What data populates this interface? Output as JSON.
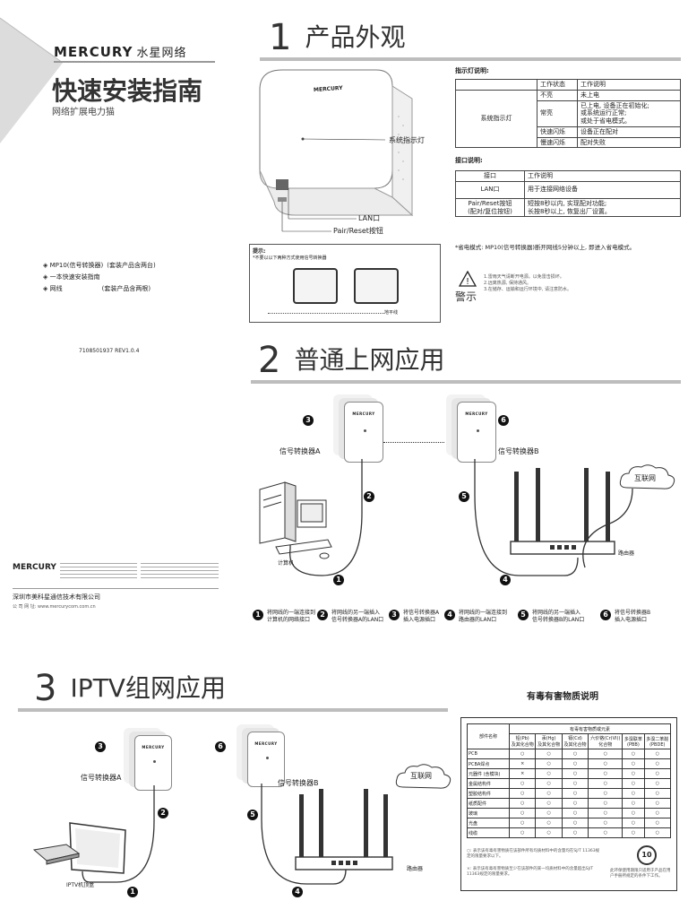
{
  "cover": {
    "brand": "MERCURY",
    "brand_cn": "水星网络",
    "title": "快速安装指南",
    "subtitle": "网络扩展电力猫",
    "contents": [
      {
        "item": "◈ MP10(信号转换器)",
        "note": "(套装产品含两台)"
      },
      {
        "item": "◈ 一本快速安装指南",
        "note": ""
      },
      {
        "item": "◈ 网线",
        "note": "(套装产品含两根)"
      }
    ],
    "doc_code": "7108501937   REV1.0.4",
    "company_logo": "MERCURY",
    "company": "深圳市美科星通信技术有限公司",
    "website": "公 司 网 址: www.mercurycom.com.cn"
  },
  "section1": {
    "num": "1",
    "title": "产品外观",
    "device_brand": "MERCURY",
    "callout_led": "系统指示灯",
    "callout_lan": "LAN口",
    "callout_pair": "Pair/Reset按钮",
    "tip_title": "提示:",
    "tip_text": "*不要以以下两种方式使用信号转换器",
    "tip_floor": "地平线",
    "led_heading": "指示灯说明:",
    "led_table": {
      "header": [
        "工作状态",
        "工作说明"
      ],
      "row_label": "系统指示灯",
      "rows": [
        [
          "不亮",
          "未上电"
        ],
        [
          "常亮",
          "已上电, 设备正在初始化;\n或系统运行正常;\n或处于省电模式。"
        ],
        [
          "快速闪烁",
          "设备正在配对"
        ],
        [
          "慢速闪烁",
          "配对失败"
        ]
      ]
    },
    "port_heading": "接口说明:",
    "port_table": {
      "header": [
        "接口",
        "工作说明"
      ],
      "rows": [
        [
          "LAN口",
          "用于连接网络设备"
        ],
        [
          "Pair/Reset按钮\n(配对/复位按钮)",
          "短按8秒以内, 实现配对功能;\n长按8秒以上, 恢复出厂设置。"
        ]
      ]
    },
    "power_note": "*省电模式: MP10(信号转换器)断开网线5分钟以上, 即进入省电模式。",
    "warning_label": "警示",
    "warnings": [
      "1.雷雨天气请断开电源。以免雷击损坏。",
      "2.远离热源, 保持通风。",
      "3.在储存、运输和运行环境中, 请注意防水。"
    ]
  },
  "section2": {
    "num": "2",
    "title": "普通上网应用",
    "adapter_a": "信号转换器A",
    "adapter_b": "信号转换器B",
    "internet": "互联网",
    "computer": "计算机",
    "router": "路由器",
    "steps": [
      {
        "n": "1",
        "text": "将网线的一端连接到\n计算机的网络接口"
      },
      {
        "n": "2",
        "text": "将网线的另一端插入\n信号转换器A的LAN口"
      },
      {
        "n": "3",
        "text": "将信号转换器A\n插入电源插口"
      },
      {
        "n": "4",
        "text": "将网线的一端连接到\n路由器的LAN口"
      },
      {
        "n": "5",
        "text": "将网线的另一端插入\n信号转换器B的LAN口"
      },
      {
        "n": "6",
        "text": "将信号转换器B\n插入电源插口"
      }
    ]
  },
  "section3": {
    "num": "3",
    "title": "IPTV组网应用",
    "adapter_a": "信号转换器A",
    "adapter_b": "信号转换器B",
    "internet": "互联网",
    "iptv": "IPTV机顶盒",
    "router": "路由器"
  },
  "hazard": {
    "title": "有毒有害物质说明",
    "group_header": "有毒有害物质或元素",
    "col_part": "部件名称",
    "columns": [
      "铅(Pb)\n及其化合物",
      "汞(Hg)\n及其化合物",
      "镉(Cd)\n及其化合物",
      "六价铬(Cr(VI))\n化合物",
      "多溴联苯\n(PBB)",
      "多溴二苯醚\n(PBDE)"
    ],
    "rows": [
      {
        "part": "PCB",
        "marks": [
          "○",
          "○",
          "○",
          "○",
          "○",
          "○"
        ]
      },
      {
        "part": "PCBA焊点",
        "marks": [
          "×",
          "○",
          "○",
          "○",
          "○",
          "○"
        ]
      },
      {
        "part": "元器件 (含模块)",
        "marks": [
          "×",
          "○",
          "○",
          "○",
          "○",
          "○"
        ]
      },
      {
        "part": "金属结构件",
        "marks": [
          "○",
          "○",
          "○",
          "○",
          "○",
          "○"
        ]
      },
      {
        "part": "塑胶结构件",
        "marks": [
          "○",
          "○",
          "○",
          "○",
          "○",
          "○"
        ]
      },
      {
        "part": "纸质配件",
        "marks": [
          "○",
          "○",
          "○",
          "○",
          "○",
          "○"
        ]
      },
      {
        "part": "玻璃",
        "marks": [
          "○",
          "○",
          "○",
          "○",
          "○",
          "○"
        ]
      },
      {
        "part": "光盘",
        "marks": [
          "○",
          "○",
          "○",
          "○",
          "○",
          "○"
        ]
      },
      {
        "part": "线缆",
        "marks": [
          "○",
          "○",
          "○",
          "○",
          "○",
          "○"
        ]
      }
    ],
    "note1": "○: 表示该有毒有害物质在该部件所有均质材料中的含量均在SJ/T 11363规定的限量要求以下。",
    "note2": "×: 表示该有毒有害物质至少在该部件的某一均质材料中的含量超出SJ/T 11363规定的限量要求。",
    "epup_num": "10",
    "epup_note": "此环保使用期限只适用于产品在用户手册所规定的条件下工作。"
  }
}
